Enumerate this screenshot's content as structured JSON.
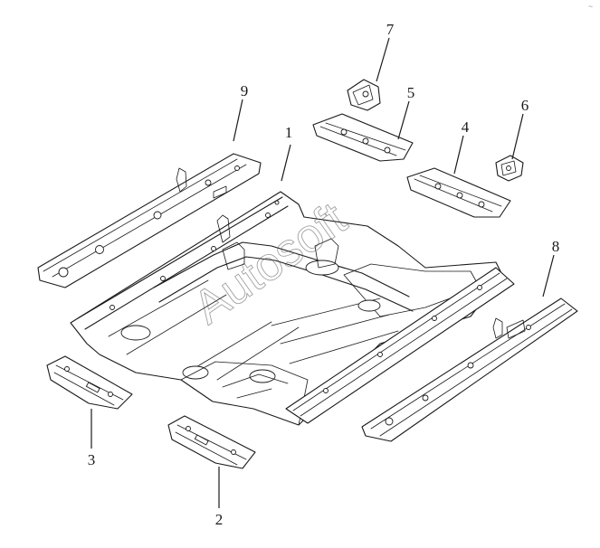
{
  "diagram": {
    "watermark": "Autosoft",
    "callouts": [
      {
        "id": "1",
        "label": "1"
      },
      {
        "id": "2",
        "label": "2"
      },
      {
        "id": "3",
        "label": "3"
      },
      {
        "id": "4",
        "label": "4"
      },
      {
        "id": "5",
        "label": "5"
      },
      {
        "id": "6",
        "label": "6"
      },
      {
        "id": "7",
        "label": "7"
      },
      {
        "id": "8",
        "label": "8"
      },
      {
        "id": "9",
        "label": "9"
      }
    ],
    "corner_mark": "~"
  }
}
